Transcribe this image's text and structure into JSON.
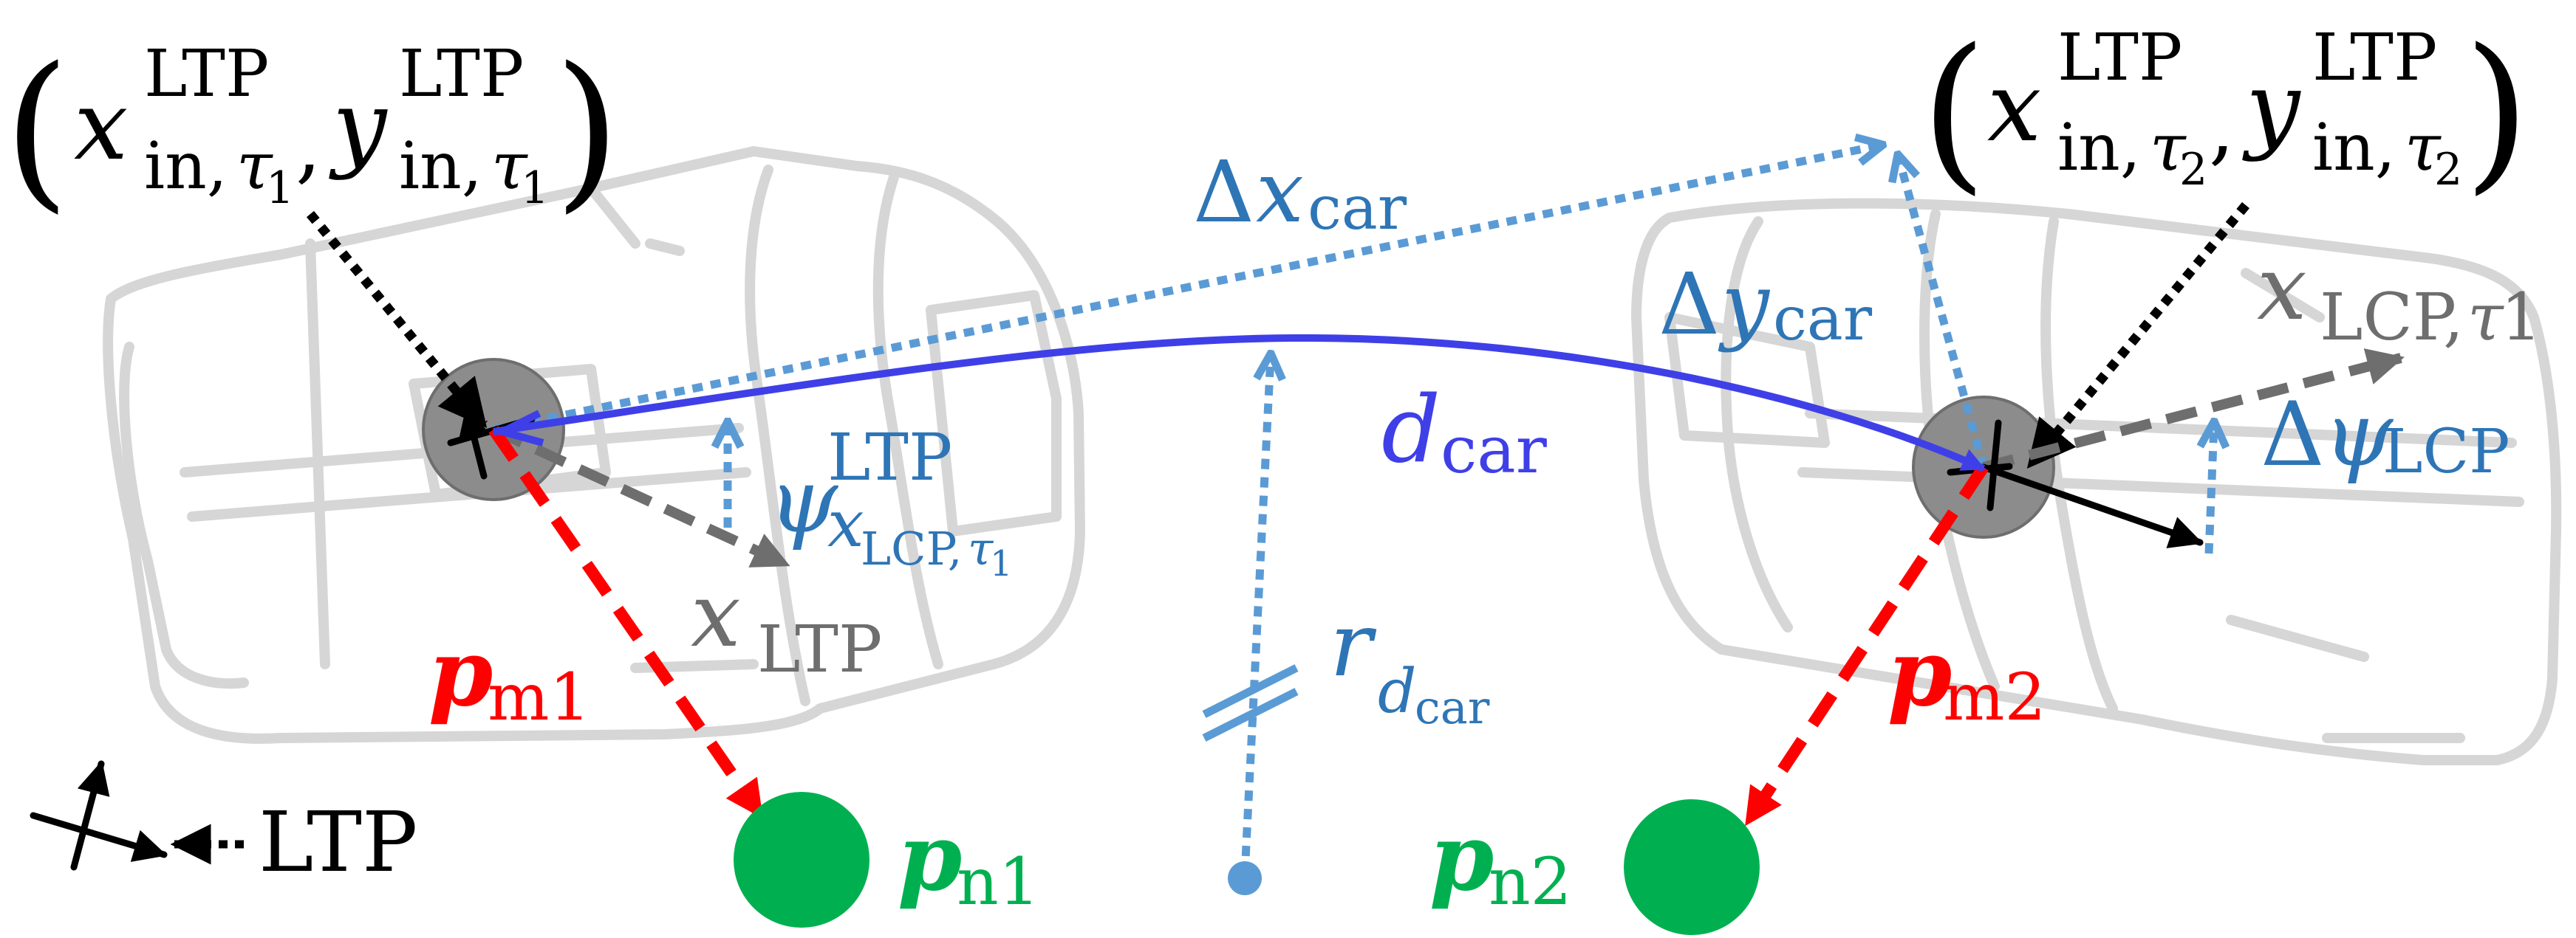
{
  "colors": {
    "car_outline": "#d6d6d6",
    "pivot": "#8c8c8c",
    "black": "#000000",
    "grey_arrow": "#6e6e6e",
    "light_blue": "#5b9bd5",
    "label_blue": "#2e75b6",
    "dark_blue": "#3f3fe8",
    "red": "#ff0000",
    "green": "#00b050"
  },
  "icons": {
    "ltp_axes": "ltp-axes-icon",
    "pivot": "pivot-circle-icon",
    "anchor": "anchor-dot-icon",
    "landmark": "landmark-circle-icon"
  },
  "labels": {
    "left_coord": {
      "x_sym": "x",
      "y_sym": "y",
      "sup": "LTP",
      "sub": "in,",
      "tau": "τ",
      "tau_idx": "1",
      "lparen": "(",
      "rparen": ")",
      "comma": ","
    },
    "right_coord": {
      "x_sym": "x",
      "y_sym": "y",
      "sup": "LTP",
      "sub": "in,",
      "tau": "τ",
      "tau_idx": "2",
      "lparen": "(",
      "rparen": ")",
      "comma": ","
    },
    "delta_x_car": {
      "delta": "Δ",
      "sym": "x",
      "sub": "car"
    },
    "delta_y_car": {
      "delta": "Δ",
      "sym": "y",
      "sub": "car"
    },
    "d_car": {
      "sym": "d",
      "sub": "car"
    },
    "x_lcp_tau1": {
      "sym": "x",
      "sub": "LCP,",
      "tau": "τ",
      "tau_idx": "1"
    },
    "delta_psi_lcp": {
      "delta": "Δ",
      "sym": "ψ",
      "sub": "LCP"
    },
    "psi_ltp": {
      "sym": "ψ",
      "sup": "LTP",
      "sub_sym": "x",
      "sub_sub": "LCP,",
      "sub_tau": "τ",
      "sub_idx": "1"
    },
    "x_ltp": {
      "sym": "x",
      "sub": "LTP"
    },
    "r_dcar": {
      "sym": "r",
      "sub_sym": "d",
      "sub_sub": "car"
    },
    "p_m1": {
      "sym": "p",
      "sub": "m1"
    },
    "p_m2": {
      "sym": "p",
      "sub": "m2"
    },
    "p_n1": {
      "sym": "p",
      "sub": "n1"
    },
    "p_n2": {
      "sym": "p",
      "sub": "n2"
    },
    "ltp_legend": "LTP"
  }
}
